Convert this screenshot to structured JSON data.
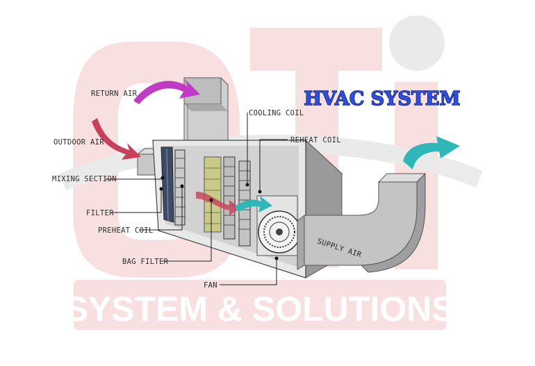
{
  "title": "HVAC SYSTEM",
  "watermark": {
    "logo_text": "OTI",
    "tagline": "SYSTEM & SOLUTIONS",
    "color": "#f3c7c7"
  },
  "labels": {
    "return_air": "RETURN AIR",
    "outdoor_air": "OUTDOOR AIR",
    "mixing_section": "MIXING SECTION",
    "filter": "FILTER",
    "preheat_coil": "PREHEAT COIL",
    "bag_filter": "BAG FILTER",
    "fan": "FAN",
    "cooling_coil": "COOLING COIL",
    "reheat_coil": "REHEAT COIL",
    "supply_air": "SUPPLY AIR"
  },
  "colors": {
    "title": "#2f4fd8",
    "return_arrow": "#c03bc4",
    "outdoor_arrow": "#c8405a",
    "supply_arrow": "#2fb7b7",
    "duct": "#b8b8b8",
    "coil": "#c9c98a"
  }
}
